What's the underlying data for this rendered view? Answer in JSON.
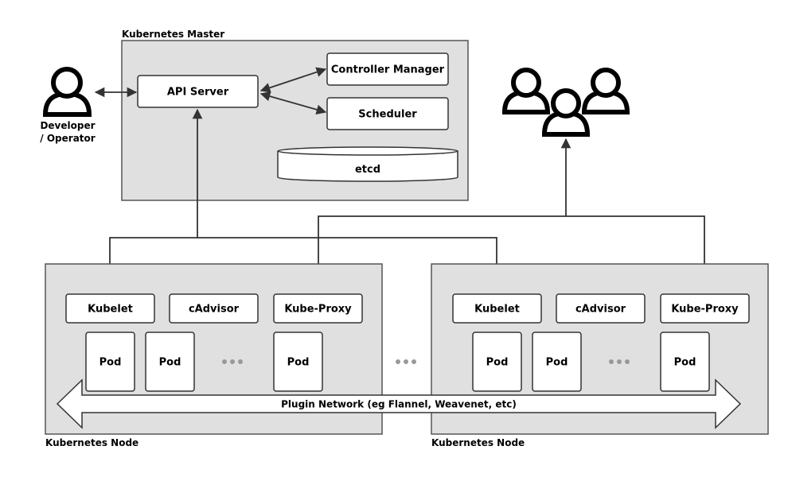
{
  "master": {
    "title": "Kubernetes Master",
    "api_server": "API Server",
    "controller_manager": "Controller Manager",
    "scheduler": "Scheduler",
    "etcd": "etcd"
  },
  "developer": {
    "line1": "Developer",
    "line2": "/ Operator"
  },
  "nodes": [
    {
      "title": "Kubernetes Node",
      "kubelet": "Kubelet",
      "cadvisor": "cAdvisor",
      "kube_proxy": "Kube-Proxy",
      "pods": [
        "Pod",
        "Pod",
        "Pod"
      ]
    },
    {
      "title": "Kubernetes Node",
      "kubelet": "Kubelet",
      "cadvisor": "cAdvisor",
      "kube_proxy": "Kube-Proxy",
      "pods": [
        "Pod",
        "Pod",
        "Pod"
      ]
    }
  ],
  "network": "Plugin Network (eg Flannel, Weavenet, etc)",
  "colors": {
    "region_fill": "#e0e0e0",
    "region_stroke": "#555555",
    "box_fill": "#ffffff",
    "line": "#333333",
    "dots": "#999999"
  }
}
